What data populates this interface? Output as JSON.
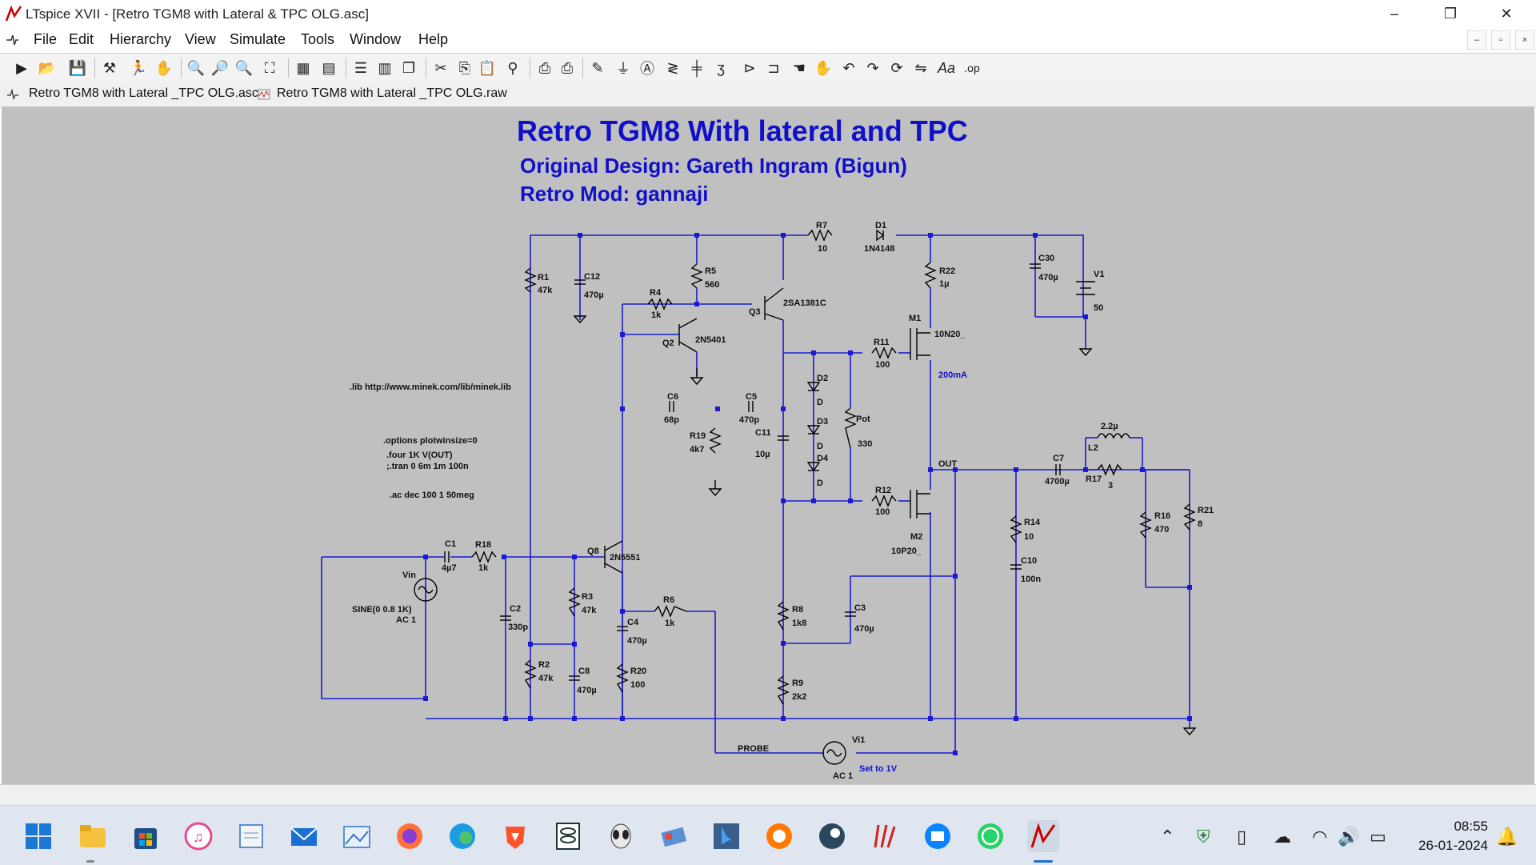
{
  "window": {
    "title": "LTspice XVII - [Retro TGM8 with Lateral & TPC OLG.asc]",
    "controls": [
      "–",
      "❐",
      "✕"
    ]
  },
  "menu": [
    "File",
    "Edit",
    "Hierarchy",
    "View",
    "Simulate",
    "Tools",
    "Window",
    "Help"
  ],
  "mdi_controls": [
    "–",
    "▫",
    "×"
  ],
  "tabs": [
    {
      "label": "Retro TGM8 with Lateral _TPC OLG.asc",
      "icon": "schematic-icon"
    },
    {
      "label": "Retro TGM8 with Lateral _TPC OLG.raw",
      "icon": "waveform-icon"
    }
  ],
  "schematic": {
    "title": "Retro TGM8 With lateral and TPC",
    "subtitle1": "Original Design: Gareth Ingram (Bigun)",
    "subtitle2": "Retro Mod: gannaji",
    "directives": {
      "lib": ".lib http://www.minek.com/lib/minek.lib",
      "options": ".options plotwinsize=0",
      "four": ".four 1K V(OUT)",
      "tran": ";.tran 0 6m 1m 100n",
      "ac": ".ac dec 100 1 50meg"
    },
    "labels": {
      "R7": "R7",
      "R7v": "10",
      "D1": "D1",
      "D1v": "1N4148",
      "R22": "R22",
      "R22v": "1µ",
      "C30": "C30",
      "C30v": "470µ",
      "V1": "V1",
      "V1v": "50",
      "R1": "R1",
      "R1v": "47k",
      "C12": "C12",
      "C12v": "470µ",
      "R5": "R5",
      "R5v": "560",
      "R4": "R4",
      "R4v": "1k",
      "Q3": "Q3",
      "Q3v": "2SA1381C",
      "Q2": "Q2",
      "Q2v": "2N5401",
      "M1": "M1",
      "M1v": "10N20_",
      "R11": "R11",
      "R11v": "100",
      "bias": "200mA",
      "D2": "D2",
      "D2v": "D",
      "D3": "D3",
      "D3v": "D",
      "D4": "D4",
      "D4v": "D",
      "C6": "C6",
      "C6v": "68p",
      "C5": "C5",
      "C5v": "470p",
      "C11": "C11",
      "C11v": "10µ",
      "R19": "R19",
      "R19v": "4k7",
      "Pot": "Pot",
      "Potv": "330",
      "L2v": "2.2µ",
      "L2": "L2",
      "OUT": "OUT",
      "C7": "C7",
      "C7v": "4700µ",
      "R17": "R17",
      "R17v": "3",
      "R12": "R12",
      "R12v": "100",
      "M2": "M2",
      "M2v": "10P20_",
      "R14": "R14",
      "R14v": "10",
      "C10": "C10",
      "C10v": "100n",
      "R16": "R16",
      "R16v": "470",
      "R21": "R21",
      "R21v": "8",
      "C1": "C1",
      "C1v": "4µ7",
      "R18": "R18",
      "R18v": "1k",
      "Q8": "Q8",
      "Q8v": "2N5551",
      "Vin": "Vin",
      "sine": "SINE(0 0.8 1K)",
      "ac1": "AC 1",
      "C2": "C2",
      "C2v": "330p",
      "R3": "R3",
      "R3v": "47k",
      "R6": "R6",
      "R6v": "1k",
      "C4": "C4",
      "C4v": "470µ",
      "R8": "R8",
      "R8v": "1k8",
      "C3": "C3",
      "C3v": "470µ",
      "R2": "R2",
      "R2v": "47k",
      "C8": "C8",
      "C8v": "470µ",
      "R20": "R20",
      "R20v": "100",
      "R9": "R9",
      "R9v": "2k2",
      "Vi1": "Vi1",
      "probe": "PROBE",
      "vi1ac": "AC 1",
      "setto": "Set to 1V"
    }
  },
  "taskbar": {
    "apps": [
      "start-icon",
      "file-explorer-icon",
      "store-icon",
      "itunes-icon",
      "notepad-icon",
      "mail-icon",
      "photos-icon",
      "firefox-icon",
      "edge-icon",
      "brave-icon",
      "db-icon",
      "alien-icon",
      "tools-icon",
      "bing-icon",
      "avast-icon",
      "steam-icon",
      "ltspice-red-icon",
      "thunderbird-icon",
      "whatsapp-icon",
      "ltspice-icon"
    ],
    "time": "08:55",
    "date": "26-01-2024"
  }
}
